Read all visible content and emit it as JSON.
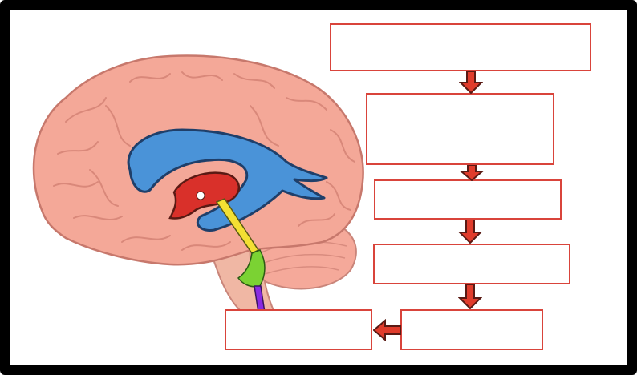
{
  "diagram": {
    "image": "brain-ventricles-csf-flow",
    "colors": {
      "box_border": "#d9443b",
      "arrow_fill": "#e03c2c",
      "brain_fill": "#f4a898",
      "lateral_ventricle": "#4a93d8",
      "third_ventricle": "#d9302a",
      "cerebral_aqueduct": "#f3e033",
      "fourth_ventricle": "#7bd233",
      "central_canal": "#8a2be2"
    },
    "boxes": [
      {
        "id": "box-1",
        "label": ""
      },
      {
        "id": "box-2",
        "label": ""
      },
      {
        "id": "box-3",
        "label": ""
      },
      {
        "id": "box-4",
        "label": ""
      },
      {
        "id": "box-5",
        "label": ""
      },
      {
        "id": "box-6",
        "label": ""
      }
    ]
  }
}
